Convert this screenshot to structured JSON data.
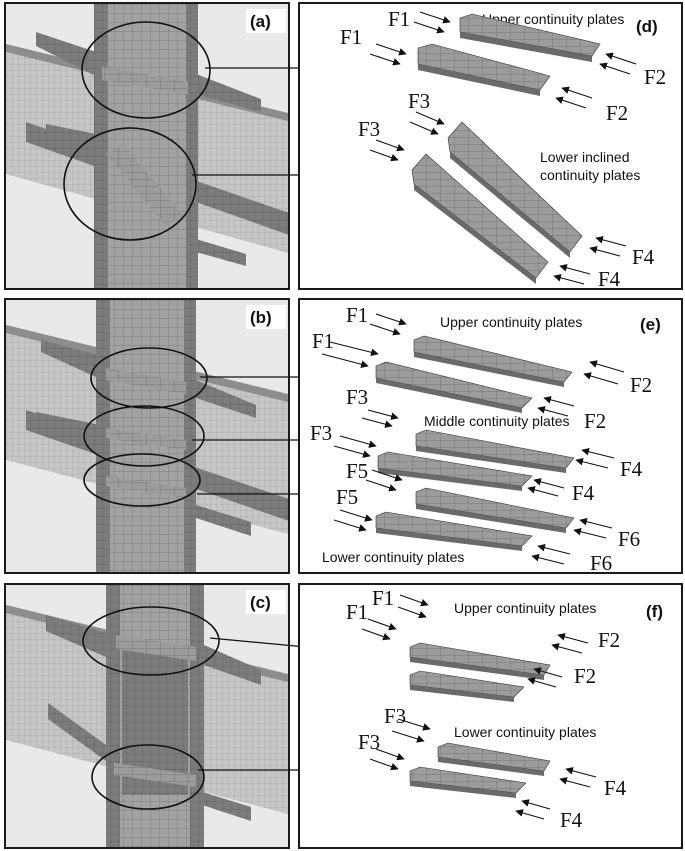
{
  "panels": {
    "a": {
      "tag": "(a)"
    },
    "b": {
      "tag": "(b)"
    },
    "c": {
      "tag": "(c)"
    },
    "d": {
      "tag": "(d)",
      "upper_caption": "Upper continuity plates",
      "lower_caption_1": "Lower inclined",
      "lower_caption_2": "continuity plates",
      "forces": {
        "f1a": "F1",
        "f1b": "F1",
        "f2a": "F2",
        "f2b": "F2",
        "f3a": "F3",
        "f3b": "F3",
        "f4a": "F4",
        "f4b": "F4"
      }
    },
    "e": {
      "tag": "(e)",
      "upper_caption": "Upper continuity plates",
      "middle_caption": "Middle continuity plates",
      "lower_caption": "Lower continuity plates",
      "forces": {
        "f1a": "F1",
        "f1b": "F1",
        "f2a": "F2",
        "f2b": "F2",
        "f3a": "F3",
        "f3b": "F3",
        "f4a": "F4",
        "f4b": "F4",
        "f5a": "F5",
        "f5b": "F5",
        "f6a": "F6",
        "f6b": "F6"
      }
    },
    "f": {
      "tag": "(f)",
      "upper_caption": "Upper continuity plates",
      "lower_caption": "Lower continuity plates",
      "forces": {
        "f1a": "F1",
        "f1b": "F1",
        "f2a": "F2",
        "f2b": "F2",
        "f3a": "F3",
        "f3b": "F3",
        "f4a": "F4",
        "f4b": "F4"
      }
    }
  },
  "colors": {
    "mesh_fill": "#9a9a9a",
    "mesh_dark": "#6e6e6e",
    "mesh_light": "#c4c4c4",
    "line": "#111111"
  }
}
